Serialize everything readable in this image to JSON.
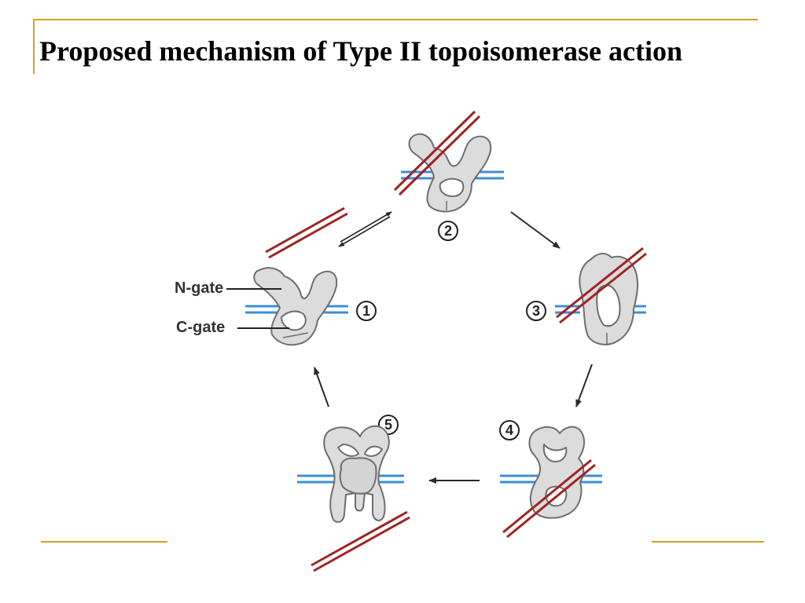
{
  "slide": {
    "title": "Proposed mechanism of Type II topoisomerase action"
  },
  "diagram": {
    "labels": {
      "n_gate": "N-gate",
      "c_gate": "C-gate"
    },
    "steps": [
      "1",
      "2",
      "3",
      "4",
      "5"
    ],
    "colors": {
      "g_segment_dna": "#3b8fd6",
      "t_segment_dna": "#9e2424",
      "enzyme_fill": "#dcdcdc",
      "enzyme_stroke": "#6e6e6e",
      "arrow": "#2a2a2a",
      "frame_accent": "#d4a11e"
    }
  }
}
